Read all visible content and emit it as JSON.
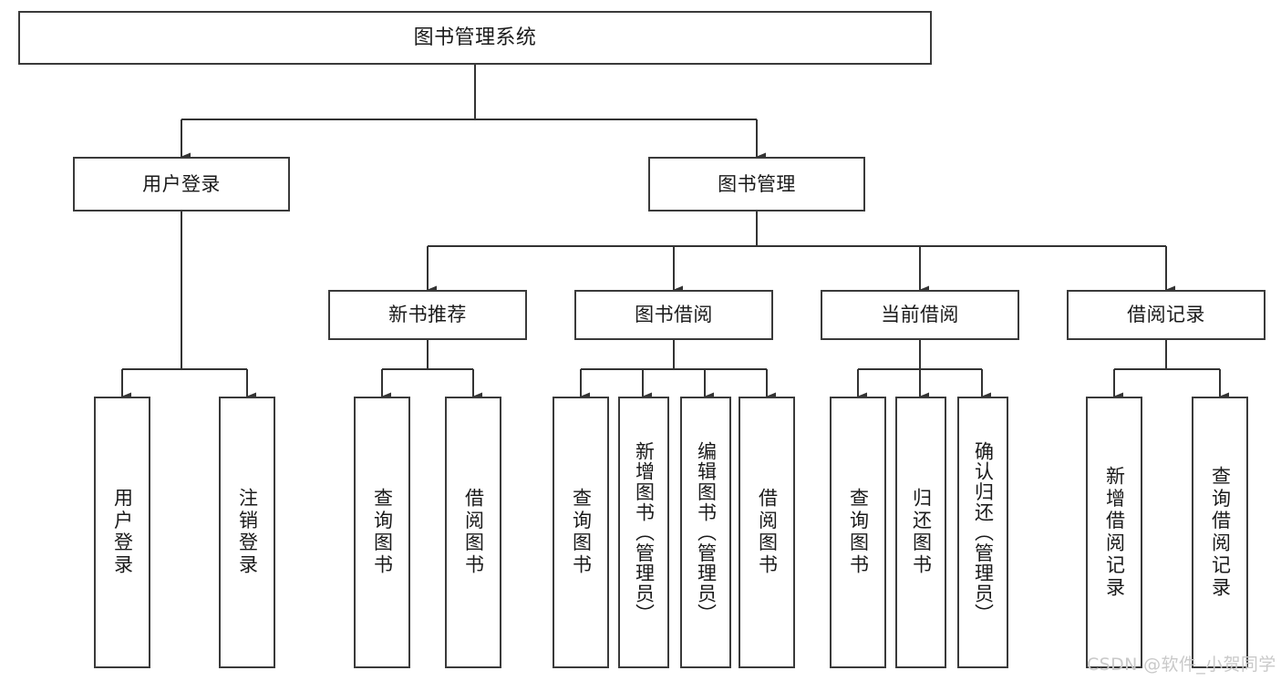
{
  "diagram": {
    "type": "tree-hierarchy",
    "title": "图书管理系统",
    "orientation": "top-down",
    "colors": {
      "box_border": "#3a3a3a",
      "box_fill": "#ffffff",
      "edge": "#333333",
      "text": "#1a1a1a",
      "watermark": "#c9c9c9",
      "canvas": "#ffffff"
    },
    "watermark": "CSDN @软件_小贺同学"
  },
  "nodes": {
    "root": {
      "label": "图书管理系统"
    },
    "level1": [
      {
        "id": "user-login",
        "label": "用户登录"
      },
      {
        "id": "book-management",
        "label": "图书管理"
      }
    ],
    "level2": [
      {
        "id": "new-book-recommend",
        "label": "新书推荐"
      },
      {
        "id": "book-borrow",
        "label": "图书借阅"
      },
      {
        "id": "current-borrow",
        "label": "当前借阅"
      },
      {
        "id": "borrow-record",
        "label": "借阅记录"
      }
    ],
    "leaves": {
      "user_login": [
        {
          "id": "leaf-user-login",
          "label": "用户登录"
        },
        {
          "id": "leaf-logout",
          "label": "注销登录"
        }
      ],
      "new_book_recommend": [
        {
          "id": "leaf-query-book-1",
          "label": "查询图书"
        },
        {
          "id": "leaf-borrow-book-1",
          "label": "借阅图书"
        }
      ],
      "book_borrow": [
        {
          "id": "leaf-query-book-2",
          "label": "查询图书"
        },
        {
          "id": "leaf-add-book",
          "label": "新增图书（管理员）"
        },
        {
          "id": "leaf-edit-book",
          "label": "编辑图书（管理员）"
        },
        {
          "id": "leaf-borrow-book-2",
          "label": "借阅图书"
        }
      ],
      "current_borrow": [
        {
          "id": "leaf-query-book-3",
          "label": "查询图书"
        },
        {
          "id": "leaf-return-book",
          "label": "归还图书"
        },
        {
          "id": "leaf-confirm-return",
          "label": "确认归还（管理员）"
        }
      ],
      "borrow_record": [
        {
          "id": "leaf-add-record",
          "label": "新增借阅记录"
        },
        {
          "id": "leaf-query-record",
          "label": "查询借阅记录"
        }
      ]
    }
  }
}
